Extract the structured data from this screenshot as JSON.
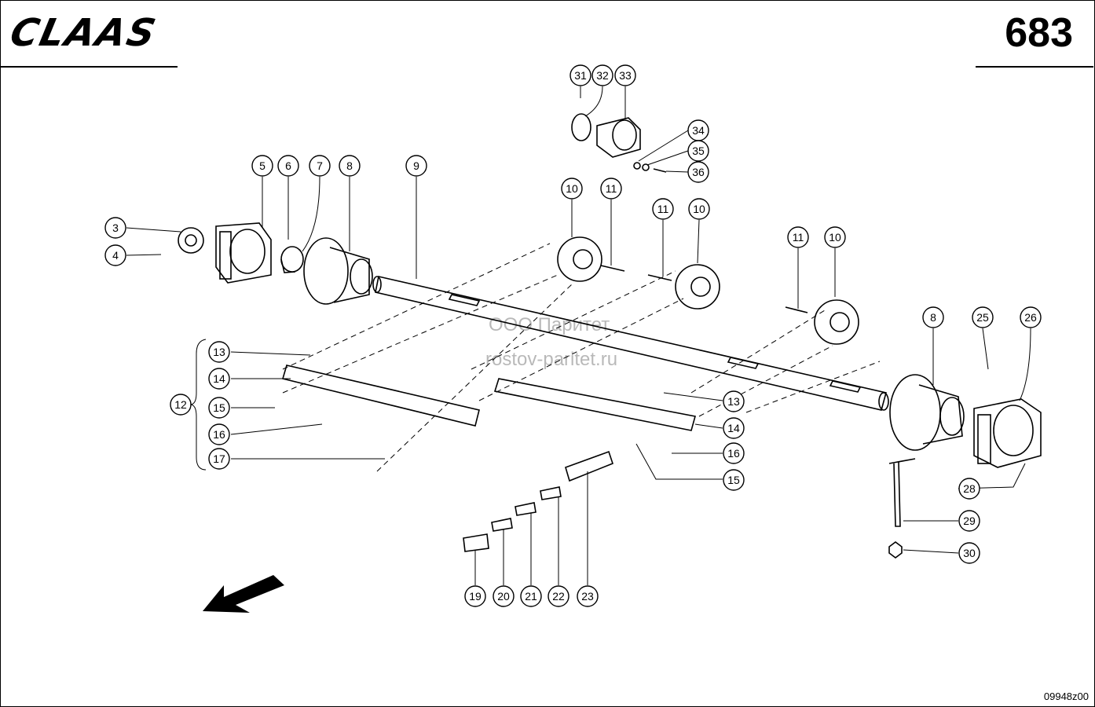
{
  "header": {
    "logo_text": "CLAAS",
    "page_number": "683"
  },
  "footer": {
    "drawing_code": "09948z00"
  },
  "watermark": {
    "line1": "ООО Паритет",
    "line2": "rostov-paritet.ru"
  },
  "callouts": [
    "3",
    "4",
    "5",
    "6",
    "7",
    "8",
    "9",
    "10",
    "11",
    "10",
    "11",
    "10",
    "11",
    "8",
    "25",
    "26",
    "31",
    "32",
    "33",
    "34",
    "35",
    "36",
    "12",
    "13",
    "14",
    "15",
    "16",
    "17",
    "13",
    "14",
    "16",
    "15",
    "28",
    "29",
    "30",
    "19",
    "20",
    "21",
    "22",
    "23"
  ]
}
